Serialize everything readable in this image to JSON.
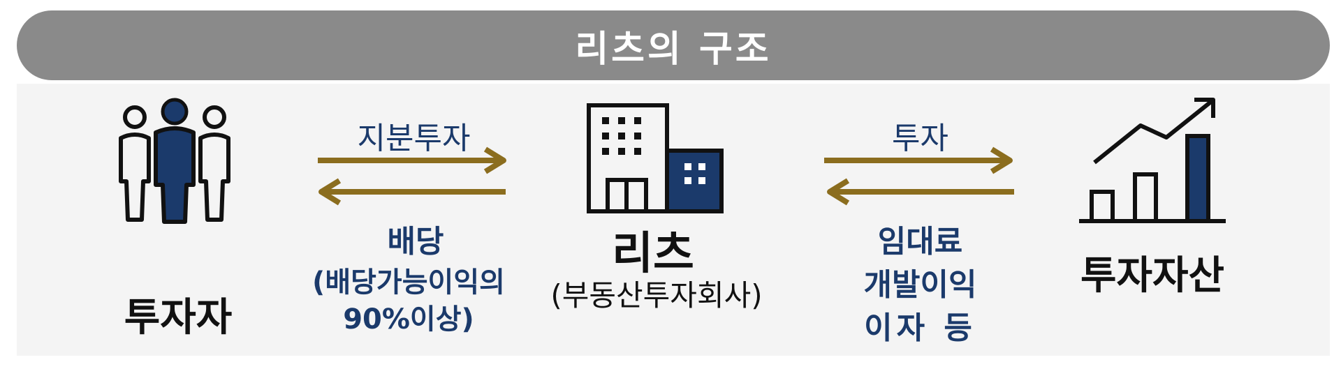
{
  "title": "리츠의 구조",
  "entities": {
    "investor": "투자자",
    "reit_name": "리츠",
    "reit_sub": "(부동산투자회사)",
    "assets": "투자자산"
  },
  "flows": {
    "equity_investment": "지분투자",
    "dividend": "배당",
    "dividend_note_line1": "(배당가능이익의",
    "dividend_note_line2": "90%이상)",
    "investment": "투자",
    "return_line1": "임대료",
    "return_line2": "개발이익",
    "return_line3": "이자 등"
  },
  "colors": {
    "navy": "#1b3a6b",
    "arrow_gold": "#8b6d1e",
    "title_bg": "#8a8a8a"
  },
  "icons": [
    "people-group-icon",
    "building-icon",
    "growth-chart-icon"
  ]
}
